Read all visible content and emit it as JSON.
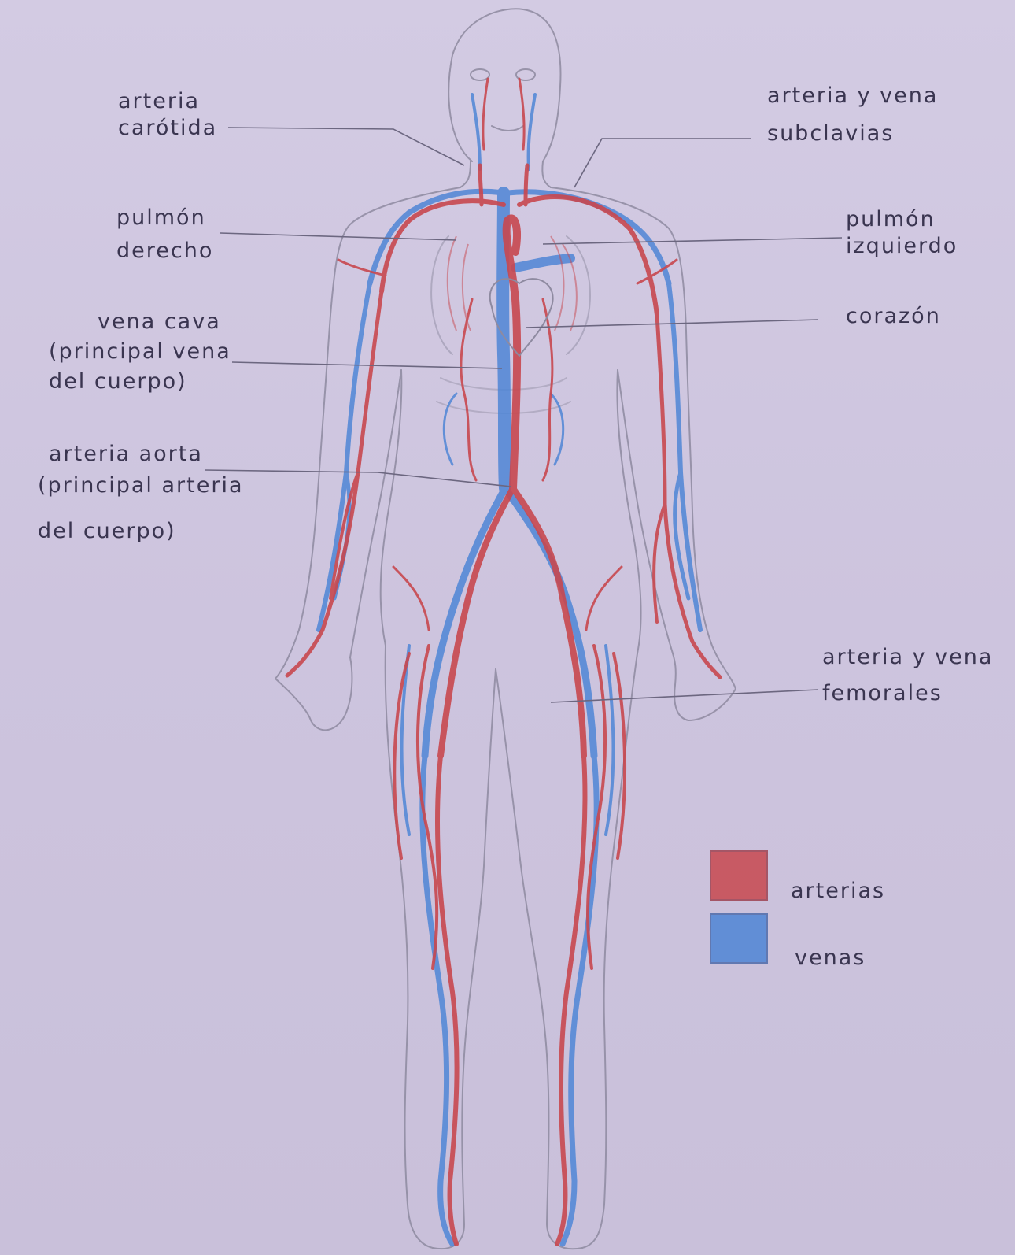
{
  "labels": {
    "carotid": [
      "arteria",
      "carótida"
    ],
    "subclavian": [
      "arteria y vena",
      "subclavias"
    ],
    "right_lung": [
      "pulmón",
      "derecho"
    ],
    "left_lung": [
      "pulmón",
      "izquierdo"
    ],
    "vena_cava": [
      "vena cava",
      "(principal vena",
      "del cuerpo)"
    ],
    "heart": [
      "corazón"
    ],
    "aorta": [
      "arteria aorta",
      "(principal arteria",
      "del cuerpo)"
    ],
    "femoral": [
      "arteria y vena",
      "femorales"
    ]
  },
  "legend": {
    "arteries": "arterias",
    "veins": "venas"
  },
  "colors": {
    "artery": "#c8484f",
    "vein": "#4f86d6",
    "pencil": "#8e8aa0",
    "ink": "#3a3550"
  }
}
